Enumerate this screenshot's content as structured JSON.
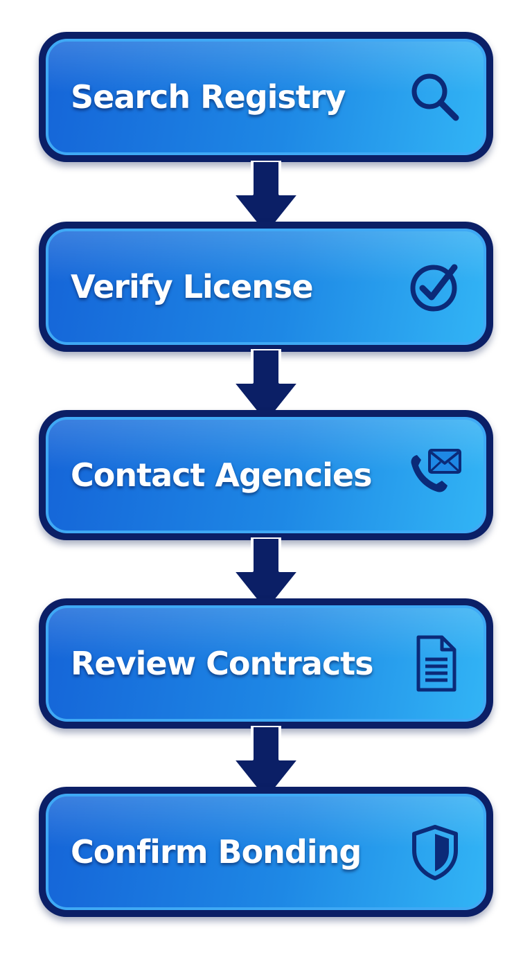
{
  "colors": {
    "outline": "#0b1f66",
    "box_gradient_start": "#1565d8",
    "box_gradient_end": "#32b4f5",
    "inner_border": "#3fa9f5",
    "label_text": "#ffffff",
    "icon_color": "#0b2a78"
  },
  "steps": [
    {
      "label": "Search Registry",
      "icon": "magnifier-icon"
    },
    {
      "label": "Verify License",
      "icon": "check-circle-icon"
    },
    {
      "label": "Contact Agencies",
      "icon": "phone-envelope-icon"
    },
    {
      "label": "Review Contracts",
      "icon": "document-icon"
    },
    {
      "label": "Confirm Bonding",
      "icon": "shield-icon"
    }
  ]
}
